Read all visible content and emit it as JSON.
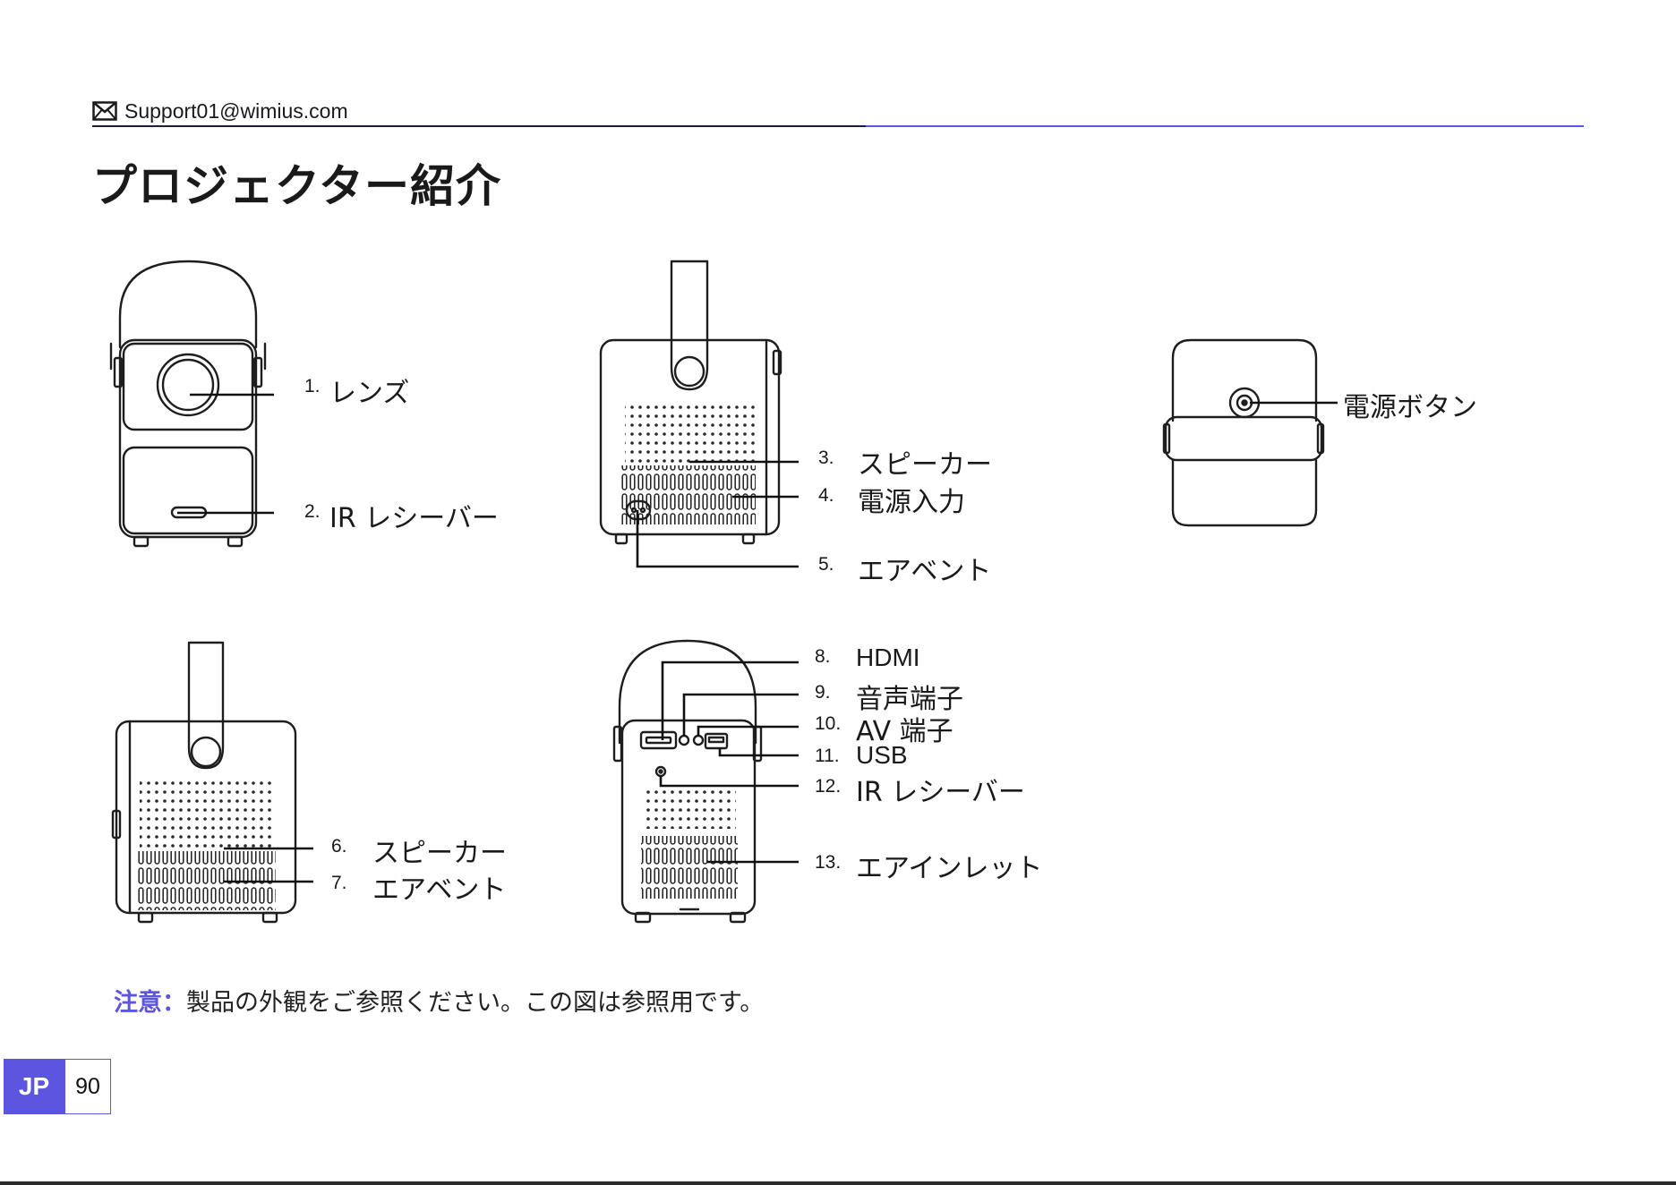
{
  "header": {
    "email": "Support01@wimius.com",
    "email_icon": "envelope-icon"
  },
  "title": "プロジェクター紹介",
  "labels": {
    "l1": "1.",
    "t1": "レンズ",
    "l2": "2.",
    "t2": "IR レシーバー",
    "l3": "3.",
    "t3": "スピーカー",
    "l4": "4.",
    "t4": "電源入力",
    "l5": "5.",
    "t5": "エアベント",
    "power": "電源ボタン",
    "l6": "6.",
    "t6": "スピーカー",
    "l7": "7.",
    "t7": "エアベント",
    "l8": "8.",
    "t8": "HDMI",
    "l9": "9.",
    "t9": "音声端子",
    "l10": "10.",
    "t10": "AV 端子",
    "l11": "11.",
    "t11": "USB",
    "l12": "12.",
    "t12": "IR レシーバー",
    "l13": "13.",
    "t13": "エアインレット"
  },
  "note": {
    "label": "注意：",
    "text": "製品の外観をご参照ください。この図は参照用です。"
  },
  "footer": {
    "lang": "JP",
    "page": "90"
  },
  "colors": {
    "accent": "#5b55e0",
    "rule_dark": "#1d1d3a",
    "ink": "#1a1a1a"
  }
}
